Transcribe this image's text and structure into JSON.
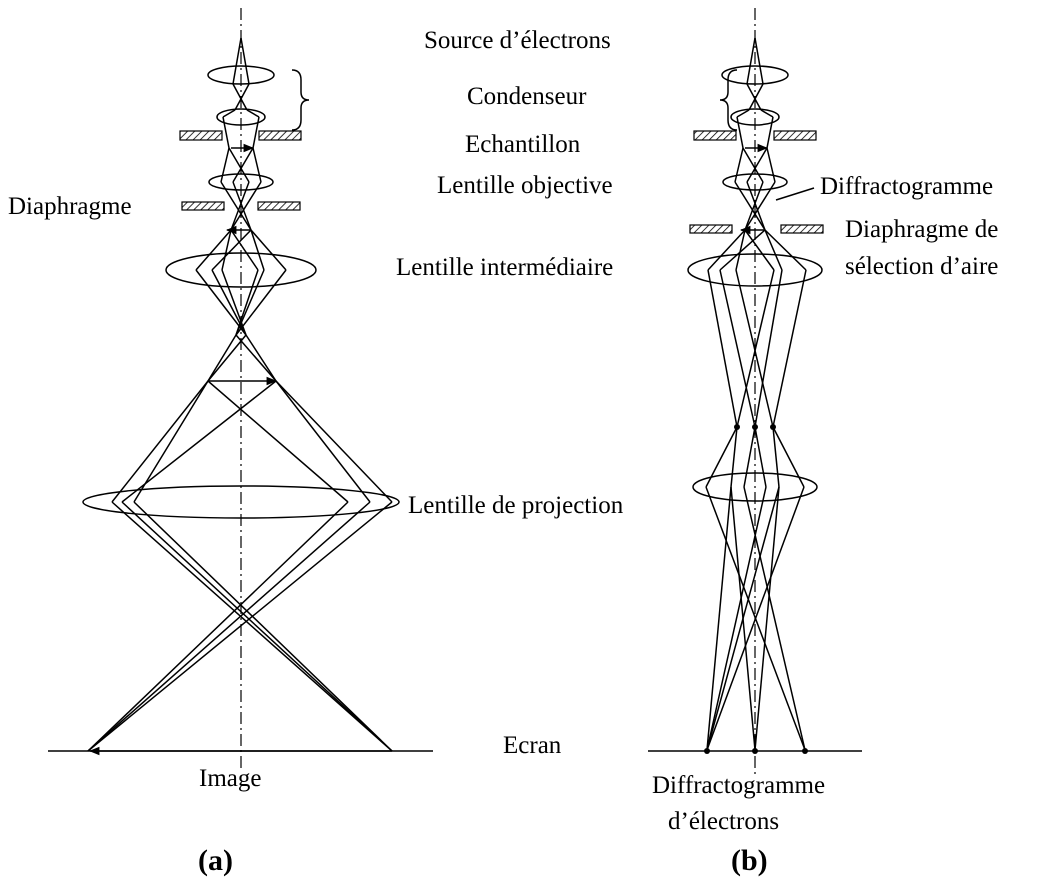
{
  "labels": {
    "source": "Source d’électrons",
    "condenser": "Condenseur",
    "sample": "Echantillon",
    "objective": "Lentille objective",
    "aperture_a": "Diaphragme",
    "diffractogram": "Diffractogramme",
    "sad_line1": "Diaphragme de",
    "sad_line2": "sélection d’aire",
    "intermediate": "Lentille intermédiaire",
    "projection": "Lentille de projection",
    "screen": "Ecran",
    "image": "Image",
    "ed_line1": "Diffractogramme",
    "ed_line2": "d’électrons",
    "caption_a": "(a)",
    "caption_b": "(b)"
  }
}
